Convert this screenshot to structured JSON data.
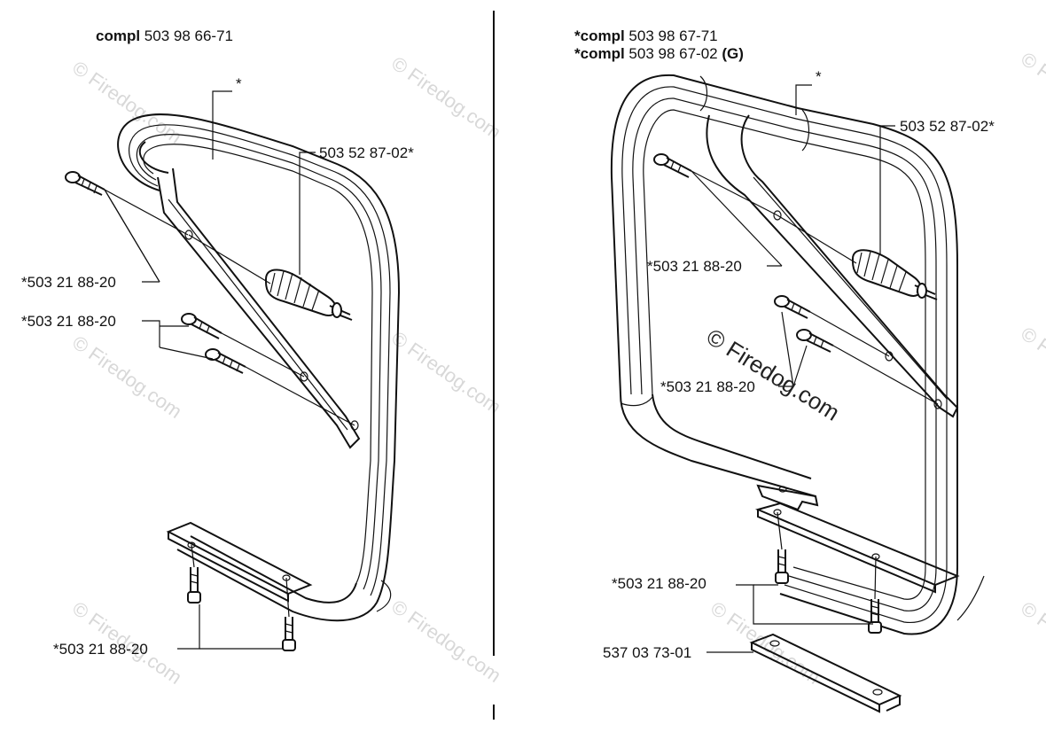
{
  "left_panel": {
    "assembly_bold": "compl",
    "assembly_number": "503 98 66-71",
    "labels": {
      "asterisk_top": "*",
      "dampener": "503 52 87-02*",
      "screw_upper": "*503 21 88-20",
      "screw_middle": "*503 21 88-20",
      "screw_lower": "*503 21 88-20"
    }
  },
  "right_panel": {
    "assembly_1_bold": "*compl",
    "assembly_1_number": "503 98 67-71",
    "assembly_2_bold": "*compl",
    "assembly_2_number": "503 98 67-02",
    "assembly_2_suffix": "(G)",
    "labels": {
      "asterisk_top": "*",
      "dampener": "503 52 87-02*",
      "screw_upper": "*503 21 88-20",
      "screw_middle": "*503 21 88-20",
      "screw_lower": "*503 21 88-20",
      "plate": "537 03 73-01"
    }
  },
  "watermark": {
    "text": "© Firedog.com"
  },
  "colors": {
    "line": "#111111",
    "watermark_faint": "#d8d8d8",
    "background": "#ffffff"
  }
}
